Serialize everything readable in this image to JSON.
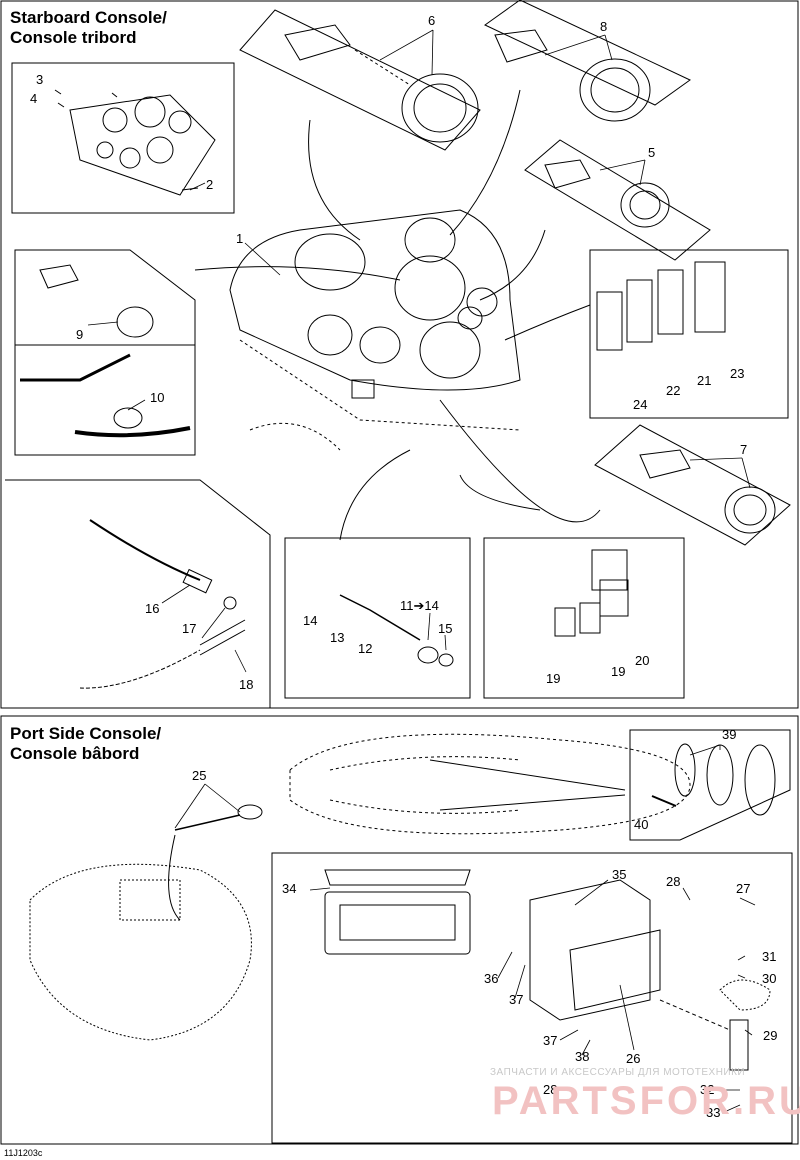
{
  "figure_code": "11J1203c",
  "starboard": {
    "title_line1": "Starboard Console/",
    "title_line2": "Console tribord"
  },
  "port": {
    "title_line1": "Port Side Console/",
    "title_line2": "Console bâbord"
  },
  "callouts": {
    "c1": "1",
    "c2": "2",
    "c3": "3",
    "c4": "4",
    "c5": "5",
    "c6": "6",
    "c7": "7",
    "c8": "8",
    "c9": "9",
    "c10": "10",
    "c11_14": "11➔14",
    "c12": "12",
    "c13": "13",
    "c14": "14",
    "c15": "15",
    "c16": "16",
    "c17": "17",
    "c18": "18",
    "c19a": "19",
    "c19b": "19",
    "c20": "20",
    "c21": "21",
    "c22": "22",
    "c23": "23",
    "c24": "24",
    "c25": "25",
    "c26": "26",
    "c27": "27",
    "c28a": "28",
    "c28b": "28",
    "c29": "29",
    "c30": "30",
    "c31": "31",
    "c32": "32",
    "c33": "33",
    "c34": "34",
    "c35": "35",
    "c36": "36",
    "c37a": "37",
    "c37b": "37",
    "c38": "38",
    "c39": "39",
    "c40": "40"
  },
  "watermark": {
    "line1": "ЗАПЧАСТИ И АКСЕССУАРЫ ДЛЯ МОТОТЕХНИКИ",
    "line2": "PARTSFOR.RU"
  },
  "colors": {
    "line": "#000000",
    "watermark": "#f2c2c2"
  }
}
